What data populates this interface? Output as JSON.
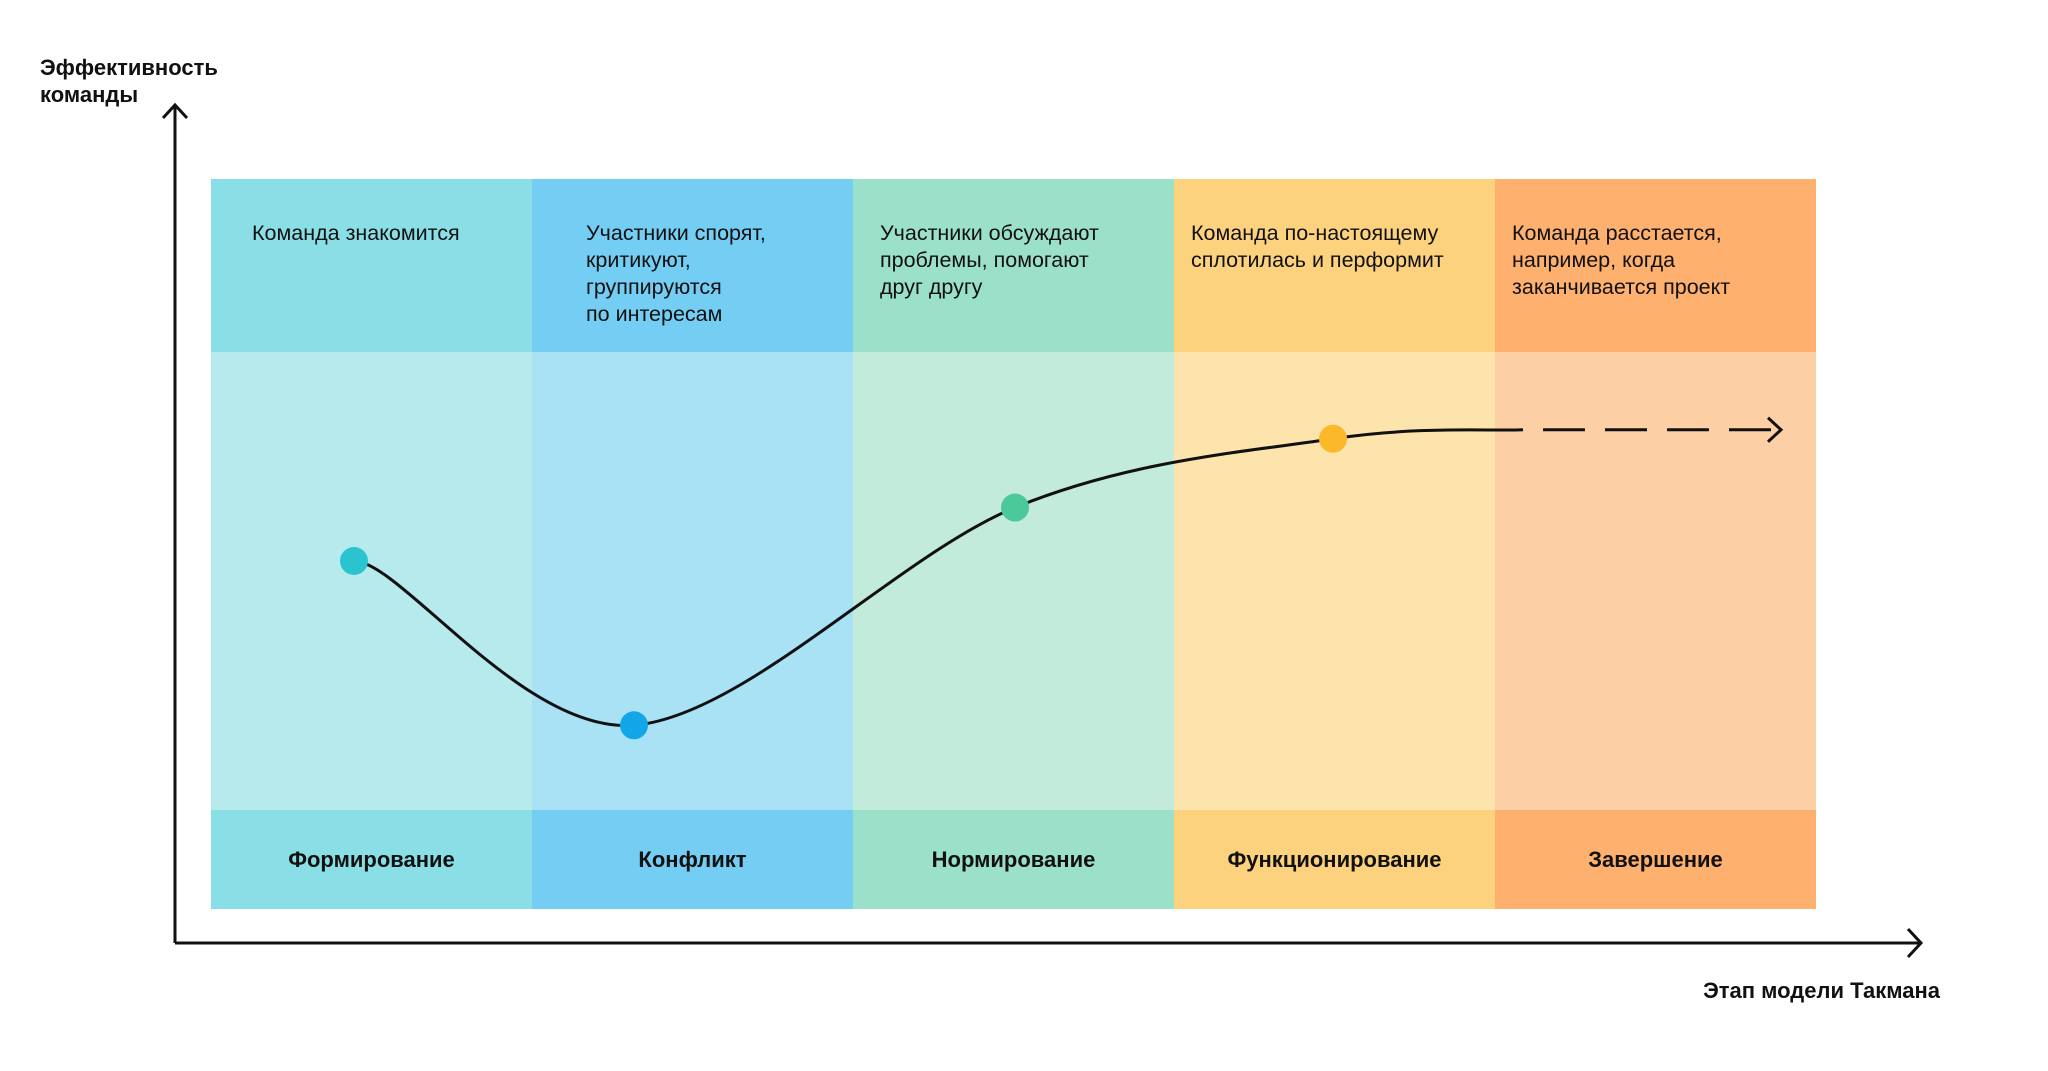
{
  "axes": {
    "y_label": "Эффективность команды",
    "x_label": "Этап модели Такмана"
  },
  "chart_data": {
    "type": "line",
    "title": "",
    "xlabel": "Этап модели Такмана",
    "ylabel": "Эффективность команды",
    "ylim": [
      0,
      100
    ],
    "categories": [
      "Формирование",
      "Конфликт",
      "Нормирование",
      "Функционирование",
      "Завершение"
    ],
    "series": [
      {
        "name": "Эффективность команды",
        "values": [
          50,
          28.5,
          57,
          66,
          null
        ],
        "continuation": "dashed-arrow"
      }
    ]
  },
  "stages": [
    {
      "name": "Формирование",
      "description": "Команда знакомится",
      "head_color": "#8adfe6",
      "body_color": "#b6eaed",
      "dot_color": "#2cc3d0",
      "pad": 41
    },
    {
      "name": "Конфликт",
      "description": "Участники спорят,\nкритикуют,\nгруппируются\nпо интересам",
      "head_color": "#74cdf3",
      "body_color": "#aae2f5",
      "dot_color": "#12a5e8",
      "pad": 54
    },
    {
      "name": "Нормирование",
      "description": "Участники обсуждают\nпроблемы, помогают\nдруг другу",
      "head_color": "#9be0c8",
      "body_color": "#c2ebdb",
      "dot_color": "#4cc99a",
      "pad": 27
    },
    {
      "name": "Функционирование",
      "description": "Команда по-настоящему\nсплотилась и перформит",
      "head_color": "#fcd27f",
      "body_color": "#fde4ad",
      "dot_color": "#fbb829",
      "pad": 17
    },
    {
      "name": "Завершение",
      "description": "Команда расстается,\nнапример, когда\nзаканчивается проект",
      "head_color": "#feb06e",
      "body_color": "#fdcfa5",
      "dot_color": "#feb06e",
      "pad": 17
    }
  ]
}
